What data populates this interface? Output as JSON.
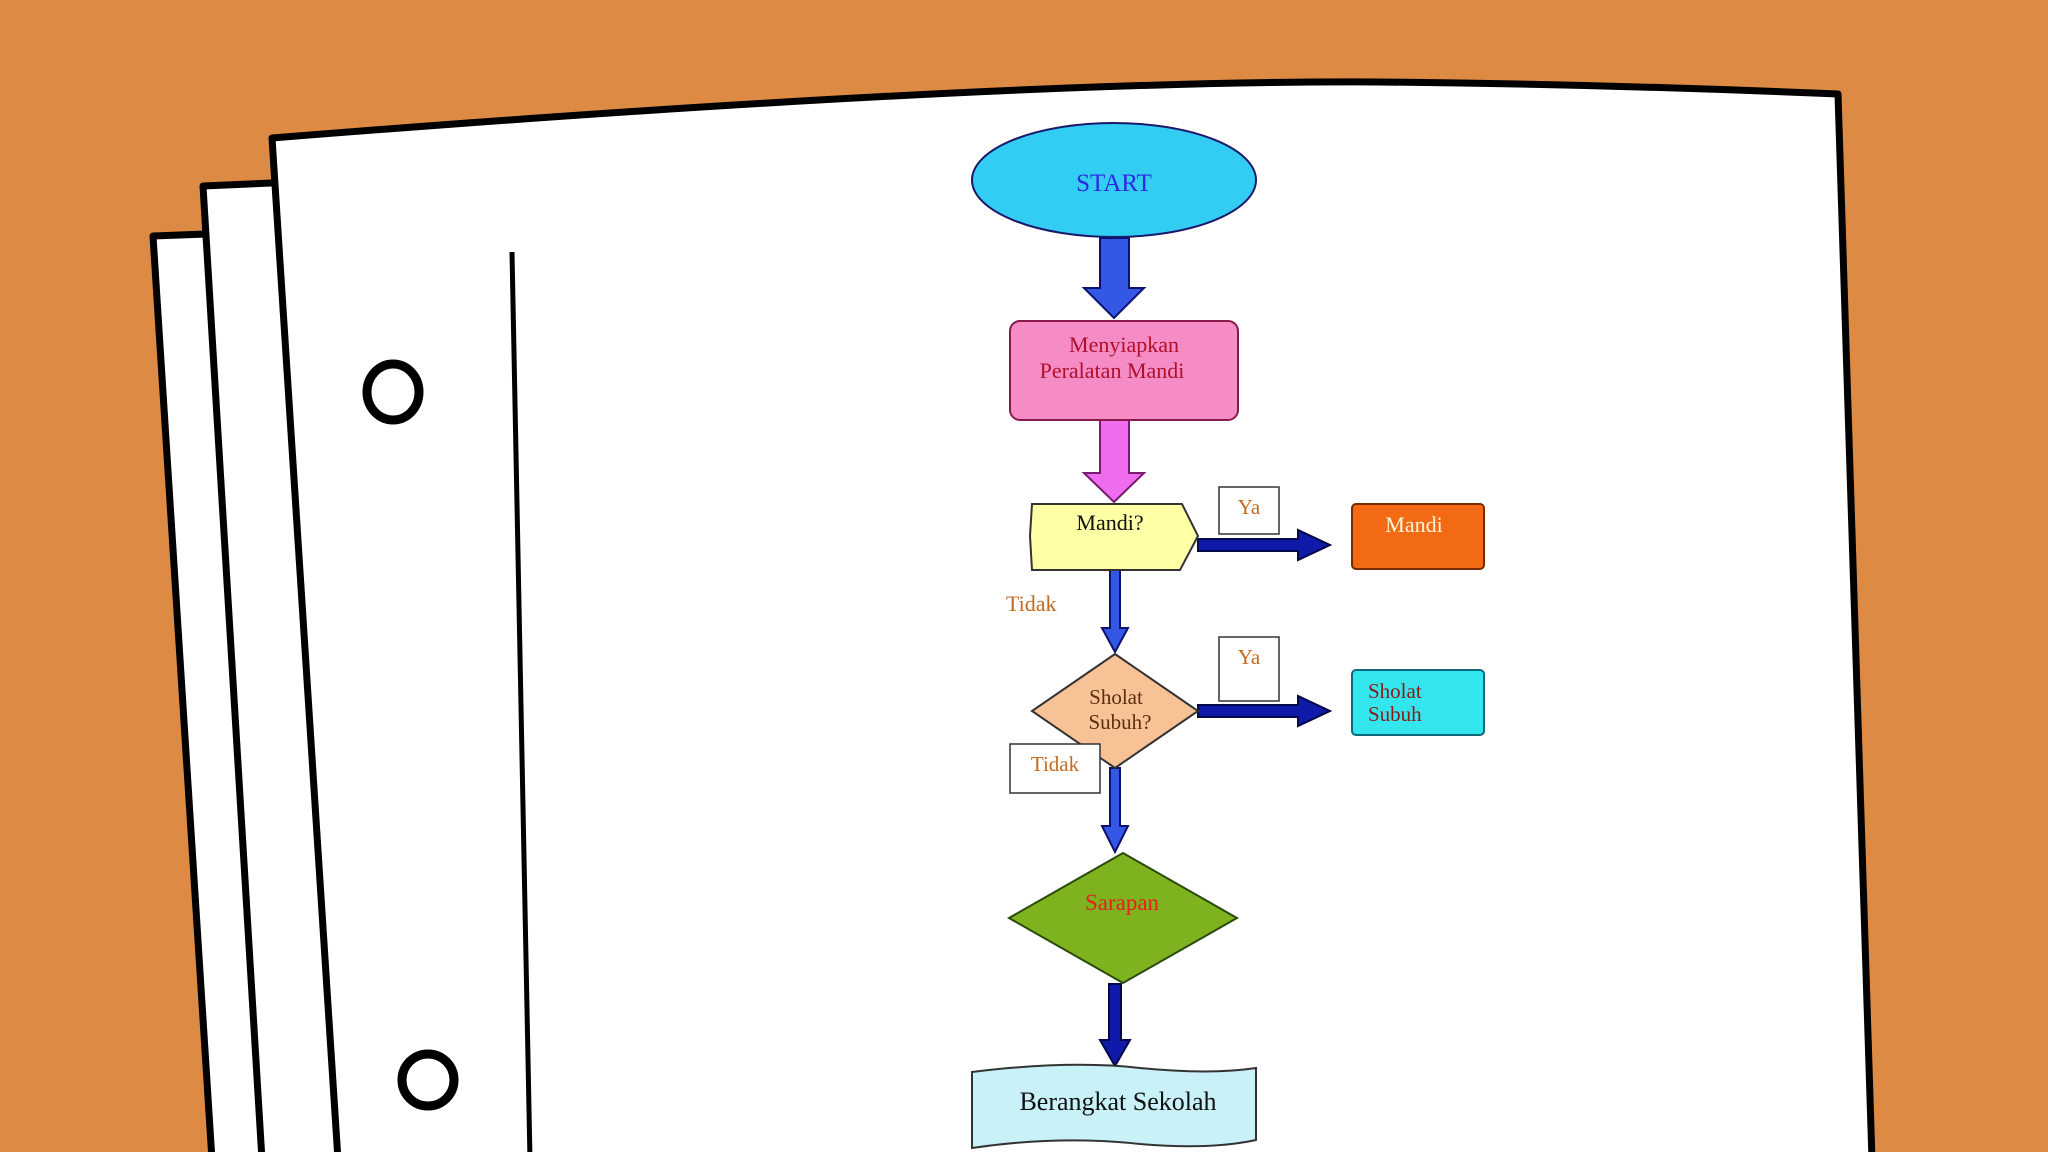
{
  "colors": {
    "background": "#DD8B44",
    "paper": "#FFFFFF",
    "outline": "#000000",
    "start_fill": "#33CCF2",
    "start_text": "#2A2AE0",
    "prep_fill": "#F58CC6",
    "prep_text": "#B0102A",
    "arrow_blue": "#3457E6",
    "arrow_navy": "#0F1BA8",
    "arrow_pink": "#F06CEE",
    "mandi_q_fill": "#FFFFA6",
    "mandi_fill": "#F26A14",
    "mandi_text": "#FFF3D6",
    "sholat_q_fill": "#F8C297",
    "sholat_q_text": "#5A2E10",
    "sholat_fill": "#33E6EE",
    "sholat_text": "#8A1A1A",
    "label_text": "#C46A1E",
    "sarapan_fill": "#7EB21E",
    "sarapan_text": "#E81E1E",
    "berangkat_fill": "#C9F2F8",
    "berangkat_text": "#111111"
  },
  "icons": [
    "binder-hole-icon",
    "binder-hole-icon"
  ],
  "flowchart": {
    "start": "START",
    "prep_line1": "Menyiapkan",
    "prep_line2": "Peralatan Mandi",
    "q_mandi": "Mandi?",
    "yes1": "Ya",
    "mandi": "Mandi",
    "no1": "Tidak",
    "q_sholat_line1": "Sholat",
    "q_sholat_line2": "Subuh?",
    "yes2": "Ya",
    "sholat_line1": "Sholat",
    "sholat_line2": "Subuh",
    "no2": "Tidak",
    "sarapan": "Sarapan",
    "berangkat": "Berangkat Sekolah"
  }
}
